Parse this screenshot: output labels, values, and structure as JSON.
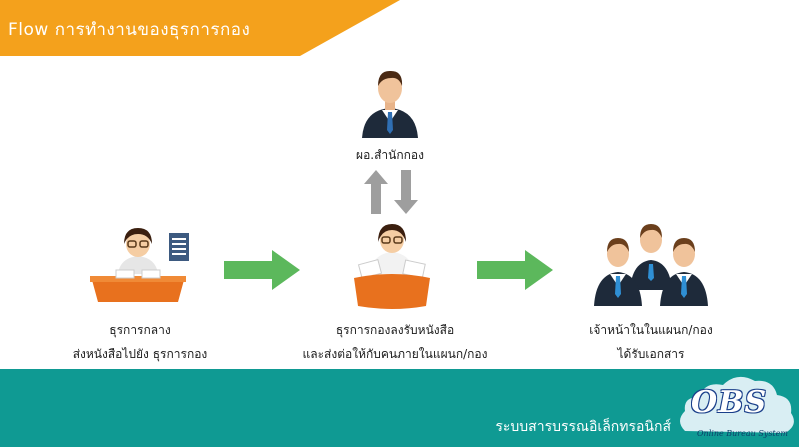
{
  "banner": {
    "title": "Flow การทำงานของธุรการกอง",
    "color": "#f4a11c"
  },
  "nodes": {
    "director": {
      "label": "ผอ.สำนักกอง"
    },
    "central_clerk": {
      "line1": "ธุรการกลาง",
      "line2": "ส่งหนังสือไปยัง  ธุรการกอง"
    },
    "division_clerk": {
      "line1": "ธุรการกองลงรับหนังสือ",
      "line2": "และส่งต่อให้กับคนภายในแผนก/กอง"
    },
    "staff": {
      "line1": "เจ้าหน้าในในแผนก/กอง",
      "line2": "ได้รับเอกสาร"
    }
  },
  "arrows": {
    "color": "#5cb85c",
    "updown_color": "#9e9e9e"
  },
  "footer": {
    "title": "ระบบสารบรรณอิเล็กทรอนิกส์",
    "color": "#0f9a93",
    "logo": {
      "mark": "OBS",
      "subtitle": "Online Bureau System"
    }
  }
}
